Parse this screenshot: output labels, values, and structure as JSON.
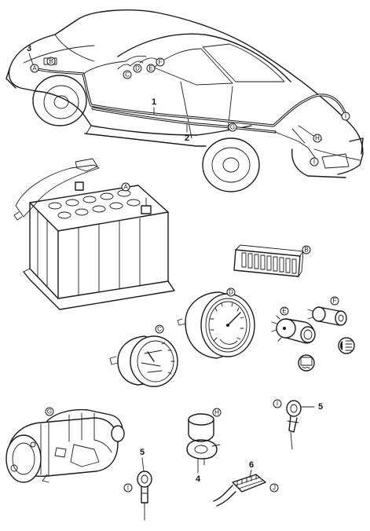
{
  "letter_callouts": [
    "A",
    "B",
    "C",
    "D",
    "E",
    "F",
    "G",
    "H",
    "I",
    "J"
  ],
  "number_callouts": [
    "1",
    "2",
    "3",
    "4",
    "5",
    "6"
  ],
  "car_labels": {
    "harness_1": "1",
    "harness_2": "2",
    "front_3": "3",
    "front_a": "A",
    "front_b": "B",
    "dash_c": "C",
    "dash_d": "D",
    "dash_e": "E",
    "dash_f": "F",
    "sill_g": "G",
    "rear_h": "H",
    "rear_i_top": "I",
    "rear_i_low": "I"
  },
  "parts": {
    "battery": "A",
    "fuse_block": "B",
    "small_gauge": "C",
    "tachometer": "D",
    "switch_e": "E",
    "switch_f": "F",
    "starter": "G",
    "relay": "H",
    "sensor_right": "I",
    "sensor_right_num": "5",
    "sensor_left": "I",
    "sensor_left_num": "5",
    "relay_num": "4",
    "connector": "J",
    "connector_num": "6"
  }
}
